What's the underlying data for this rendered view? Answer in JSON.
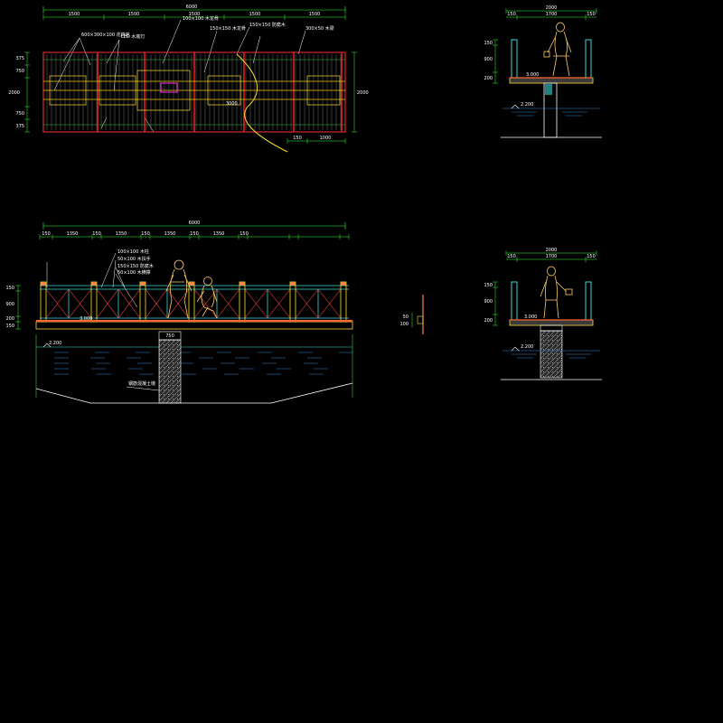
{
  "plan": {
    "overall_dim": "6000",
    "top_dims": [
      "1500",
      "1500",
      "1500",
      "1500",
      "1500"
    ],
    "notes": [
      "600×300×100 花岗岩",
      "LED 水底灯",
      "100×100 木龙骨",
      "150×150 木龙骨",
      "150×150 防腐木",
      "300×50 木梁"
    ],
    "center_label": "3000",
    "left_dims": [
      "375",
      "750",
      "2000",
      "750",
      "375"
    ],
    "right_dim": "2000",
    "bottom_dims": [
      "150",
      "1000"
    ]
  },
  "elevation": {
    "overall_dim": "6000",
    "top_dims": [
      "150",
      "1350",
      "150",
      "1350",
      "150",
      "1350",
      "150",
      "1350",
      "150"
    ],
    "notes": [
      "100×100 木柱",
      "50×100 木扶手",
      "150×150 防腐木",
      "50×100 木横撑"
    ],
    "deck_level": "3.000",
    "water_level": "2.200",
    "pier_dim": "750",
    "pier_note": "钢筋混凝土墩",
    "left_dims": [
      "150",
      "900",
      "200",
      "150"
    ]
  },
  "section_top": {
    "overall_dim": "2000",
    "sub_dims": [
      "150",
      "1700",
      "150"
    ],
    "deck_level": "3.000",
    "water_level": "2.200",
    "left_dims": [
      "150",
      "900",
      "200"
    ]
  },
  "section_bottom": {
    "overall_dim": "2000",
    "sub_dims": [
      "150",
      "1700",
      "150"
    ],
    "deck_level": "3.000",
    "water_level": "2.200",
    "left_dims": [
      "150",
      "900",
      "200"
    ]
  },
  "detail": {
    "dims": [
      "50",
      "100"
    ]
  }
}
